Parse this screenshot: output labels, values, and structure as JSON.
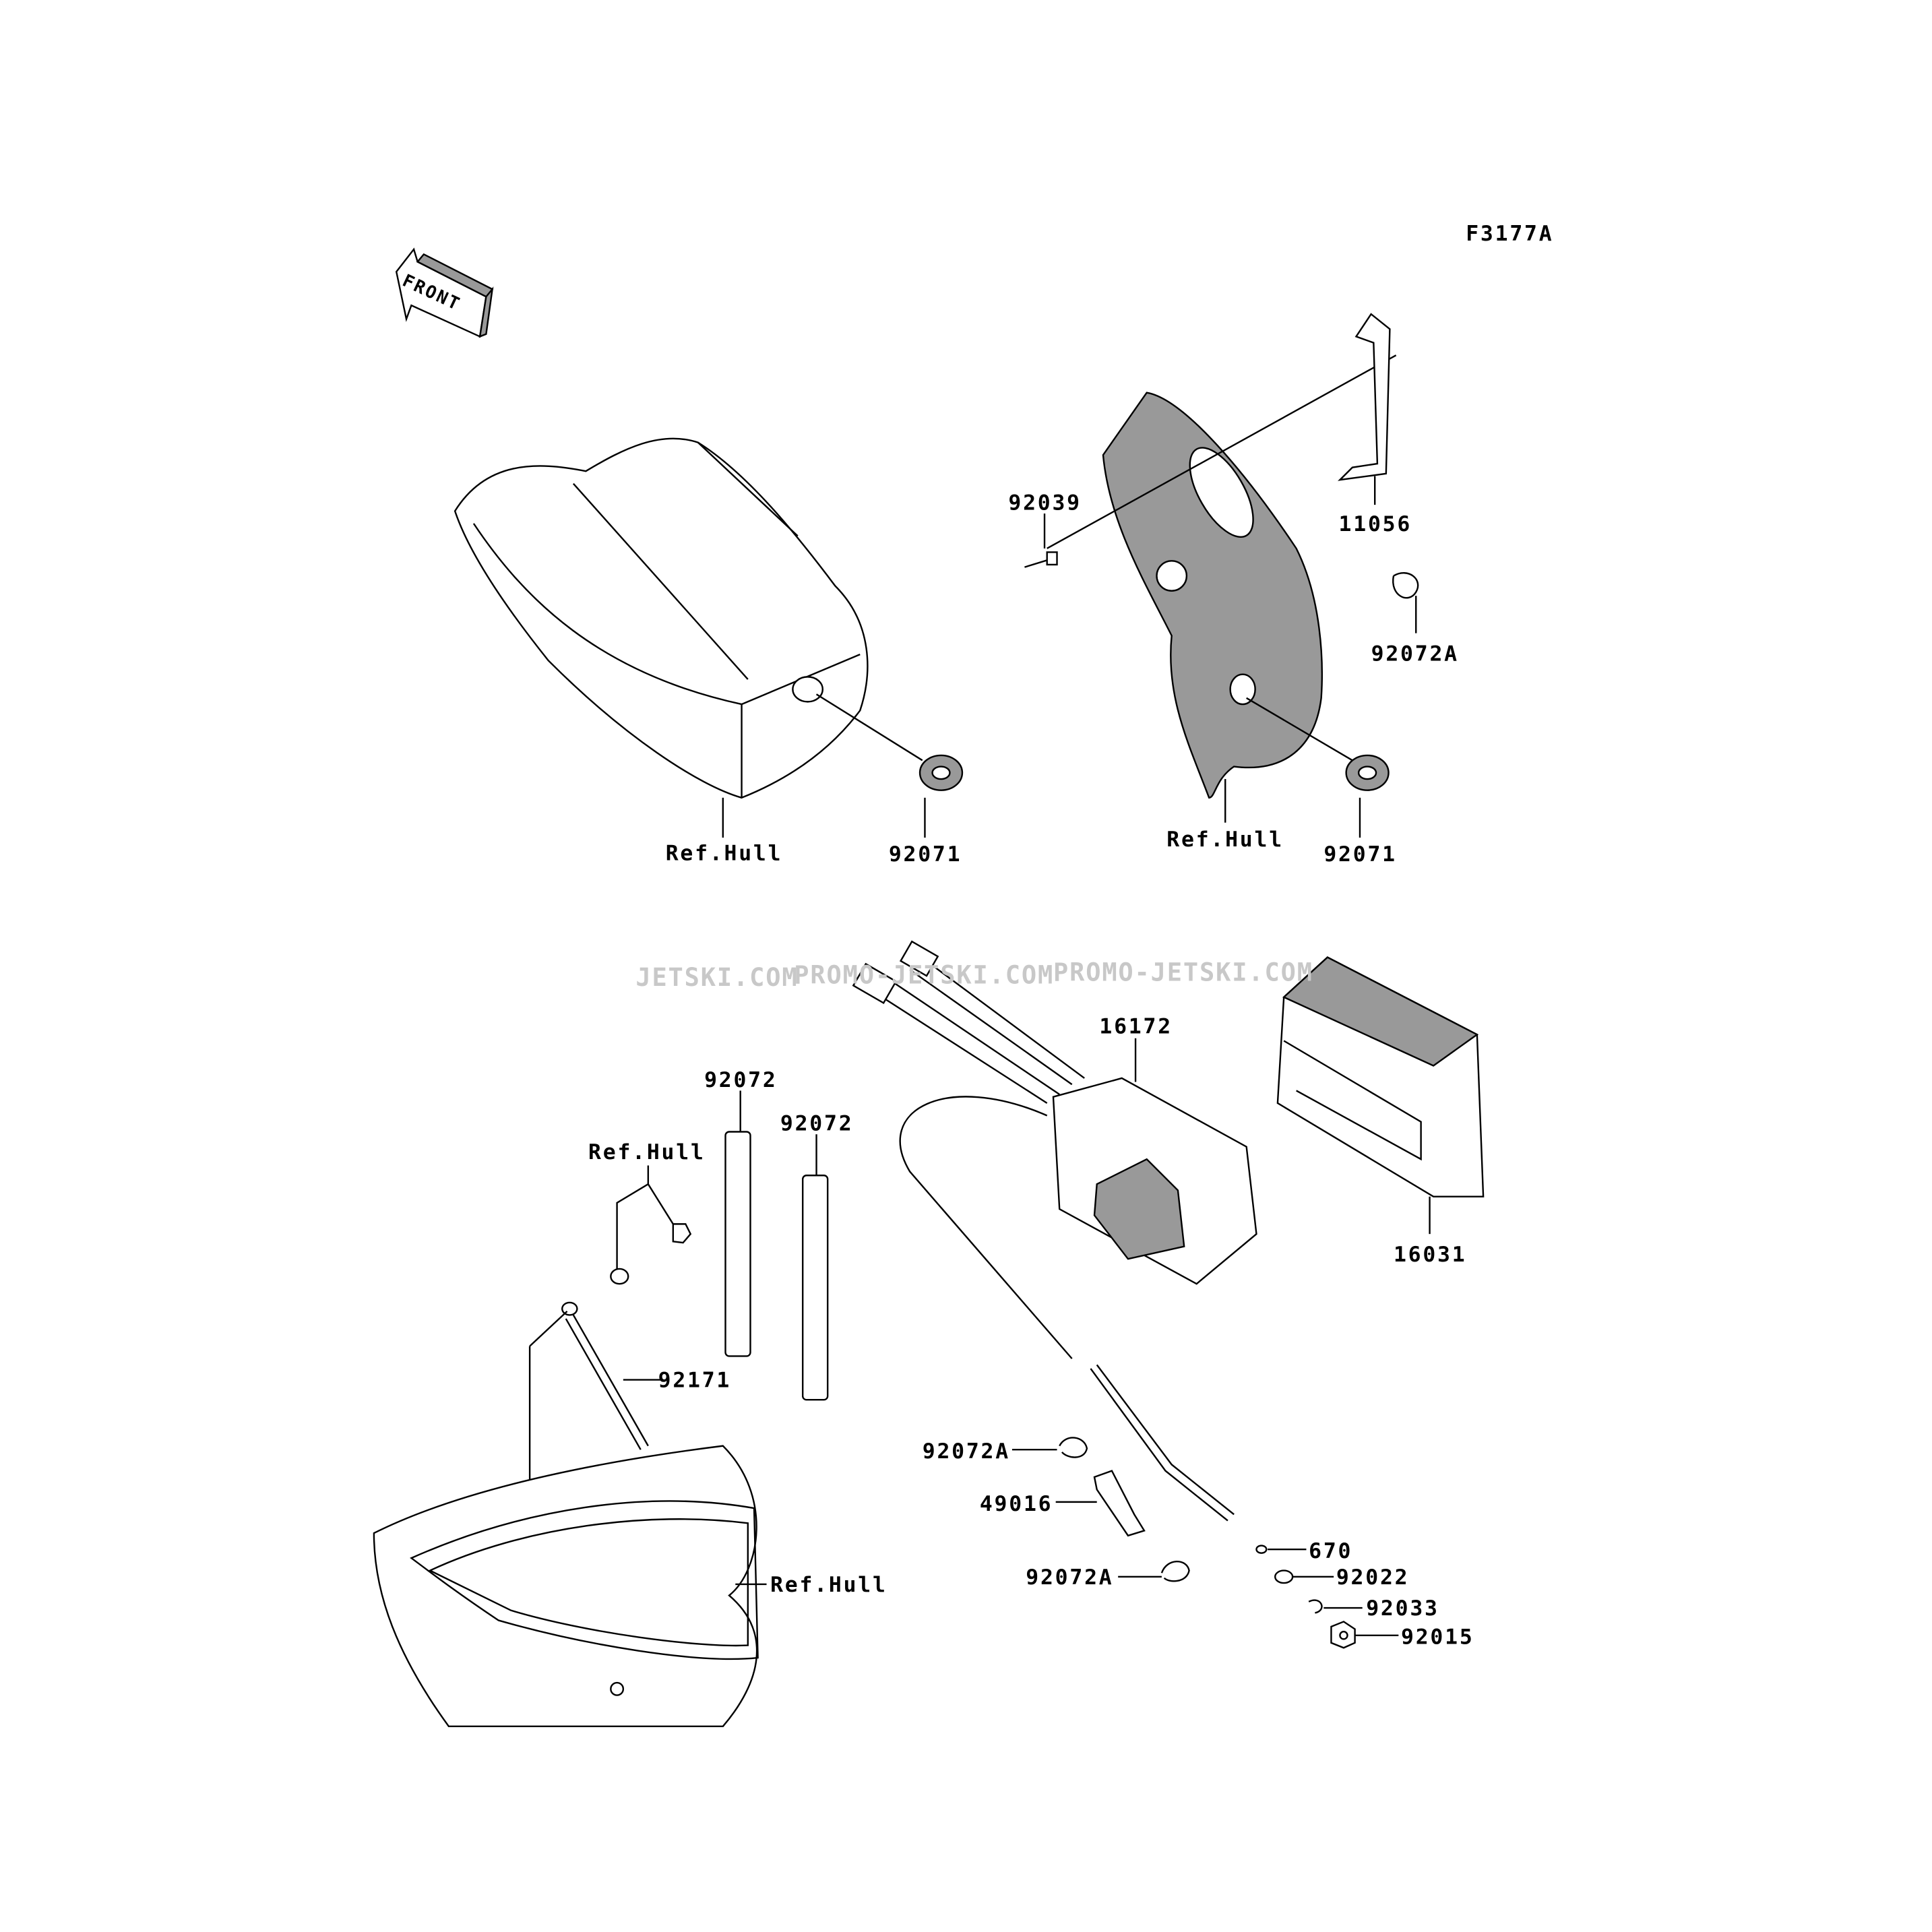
{
  "figure_code": "F3177A",
  "front_arrow": "FRONT",
  "watermark": [
    "JETSKI.COM",
    "PROMO-JETSKI.COM",
    "PROMO-JETSKI.COM"
  ],
  "labels": {
    "p92039": "92039",
    "p11056": "11056",
    "p92072A_top": "92072A",
    "ref_hull_1": "Ref.Hull",
    "p92071_left": "92071",
    "ref_hull_2": "Ref.Hull",
    "p92071_right": "92071",
    "p16172": "16172",
    "p92072_a": "92072",
    "p92072_b": "92072",
    "ref_hull_3": "Ref.Hull",
    "p16031": "16031",
    "p92171": "92171",
    "p92072A_1": "92072A",
    "p49016": "49016",
    "ref_hull_4": "Ref.Hull",
    "p92072A_2": "92072A",
    "p670": "670",
    "p92022": "92022",
    "p92033": "92033",
    "p92015": "92015"
  }
}
